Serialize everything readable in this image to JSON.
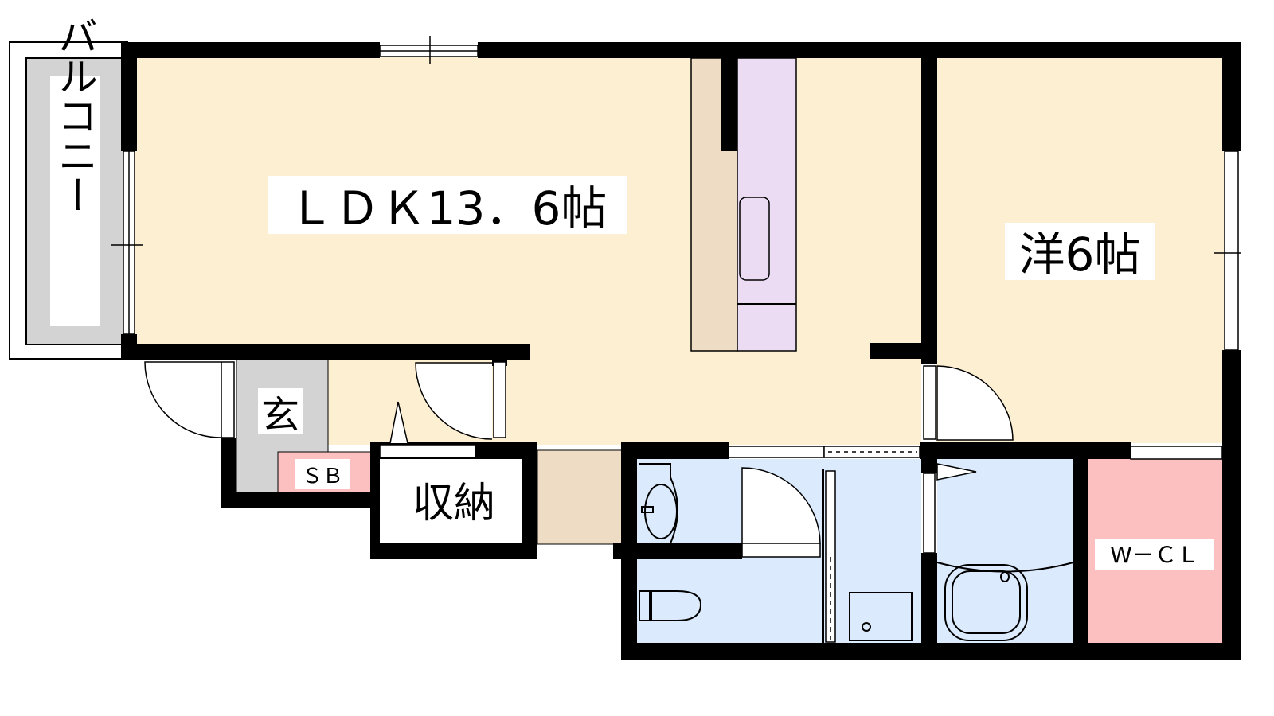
{
  "rooms": {
    "ldk": {
      "label": "ＬＤＫ13．6帖"
    },
    "western_room": {
      "label": "洋6帖"
    },
    "balcony": {
      "label": "バルコニー"
    },
    "entrance": {
      "label": "玄"
    },
    "shoe_box": {
      "label": "ＳＢ"
    },
    "storage": {
      "label": "収納"
    },
    "walk_in_closet": {
      "label": "W－ＣＬ"
    }
  },
  "colors": {
    "room_floor": "#fdf0d2",
    "balcony": "#d3d3d3",
    "storage": "#fdc0c0",
    "wet_area": "#dbebfd",
    "kitchen": "#ebdcf4",
    "counter": "#eeddc4",
    "wall": "#000000"
  }
}
